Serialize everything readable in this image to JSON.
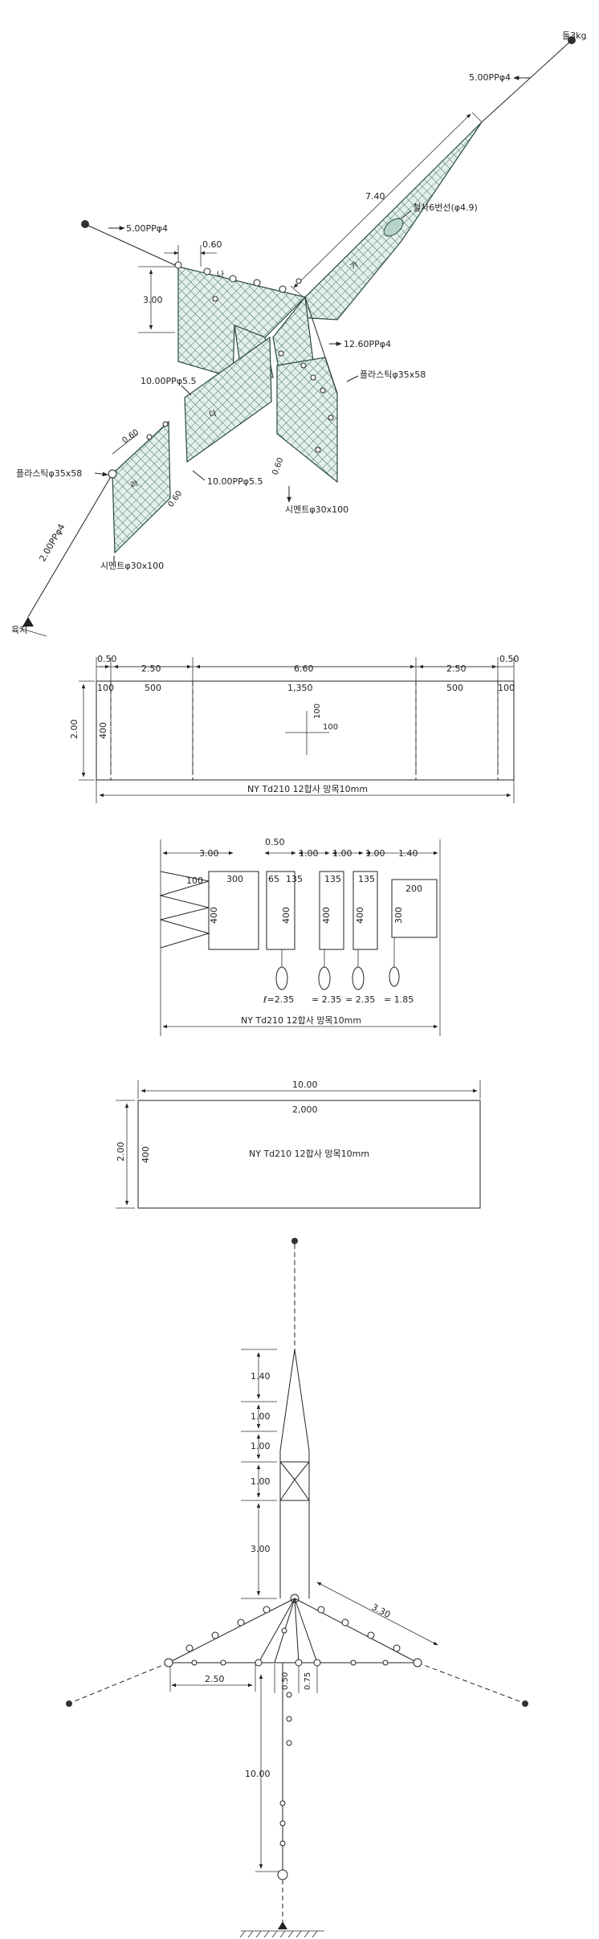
{
  "iso": {
    "top_weight": "돌3kg",
    "rope_top": "5.00PPφ4",
    "rope_left": "5.00PPφ4",
    "dim_left_width": "0.60",
    "dim_left_height": "3.00",
    "dim_long": "7.40",
    "wire": "철사6번선(φ4.9)",
    "rope_mid": "12.60PPφ4",
    "plastic_right": "플라스틱φ35x58",
    "rope_10_upper": "10.00PPφ5.5",
    "rope_10_lower": "10.00PPφ5.5",
    "dim_side_a": "0.60",
    "dim_side_b": "0.60",
    "dim_side_c": "0.60",
    "plastic_left": "플라스틱φ35x58",
    "cement_left": "시멘트φ30x100",
    "cement_right": "시멘트φ30x100",
    "rope_anchor": "2.00PPφ4",
    "anchor": "육지",
    "part_a": "가",
    "part_b": "나",
    "part_c": "다",
    "part_d": "라"
  },
  "d1": {
    "top_dims": [
      "0.50",
      "2.50",
      "6.60",
      "2.50",
      "0.50"
    ],
    "meshes": [
      "100",
      "500",
      "1,350",
      "500",
      "100"
    ],
    "height": "2.00",
    "height_mesh": "400",
    "cross_v": "100",
    "cross_h": "100",
    "caption": "NY Td210 12합사 망목10mm"
  },
  "d2": {
    "top_dims": [
      "3.00",
      "0.50",
      "1.00",
      "1.00",
      "1.00",
      "1.40"
    ],
    "meshes_top": [
      "100",
      "300",
      "65",
      "135",
      "135",
      "135",
      "200"
    ],
    "meshes_side": [
      "400",
      "400",
      "400",
      "400",
      "300"
    ],
    "lengths": [
      "ℓ=2.35",
      "= 2.35",
      "= 2.35",
      "= 1.85"
    ],
    "caption": "NY Td210 12합사 망목10mm"
  },
  "d3": {
    "width": "10.00",
    "mesh_w": "2,000",
    "height": "2.00",
    "mesh_h": "400",
    "caption": "NY Td210 12합사 망목10mm"
  },
  "plan": {
    "dims_v": [
      "1.40",
      "1.00",
      "1.00",
      "1.00",
      "3.00"
    ],
    "dim_diag": "3.30",
    "dim_wing": "2.50",
    "dim_small_a": "0.50",
    "dim_small_b": "0.75",
    "dim_leader": "10.00"
  }
}
